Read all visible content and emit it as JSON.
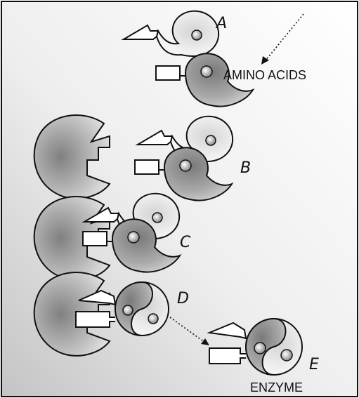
{
  "labels": {
    "a": "A",
    "b": "B",
    "c": "C",
    "d": "D",
    "e": "E",
    "amino_acids": "AMINO ACIDS",
    "enzyme": "ENZYME"
  },
  "colors": {
    "background_light": "#ffffff",
    "background_dark": "#c8c8c8",
    "enzyme_center": "#8a8a8a",
    "enzyme_edge": "#e6e6e6",
    "amino_light": "#f4f4f4",
    "amino_dark": "#9a9a9a",
    "stroke": "#111111"
  }
}
